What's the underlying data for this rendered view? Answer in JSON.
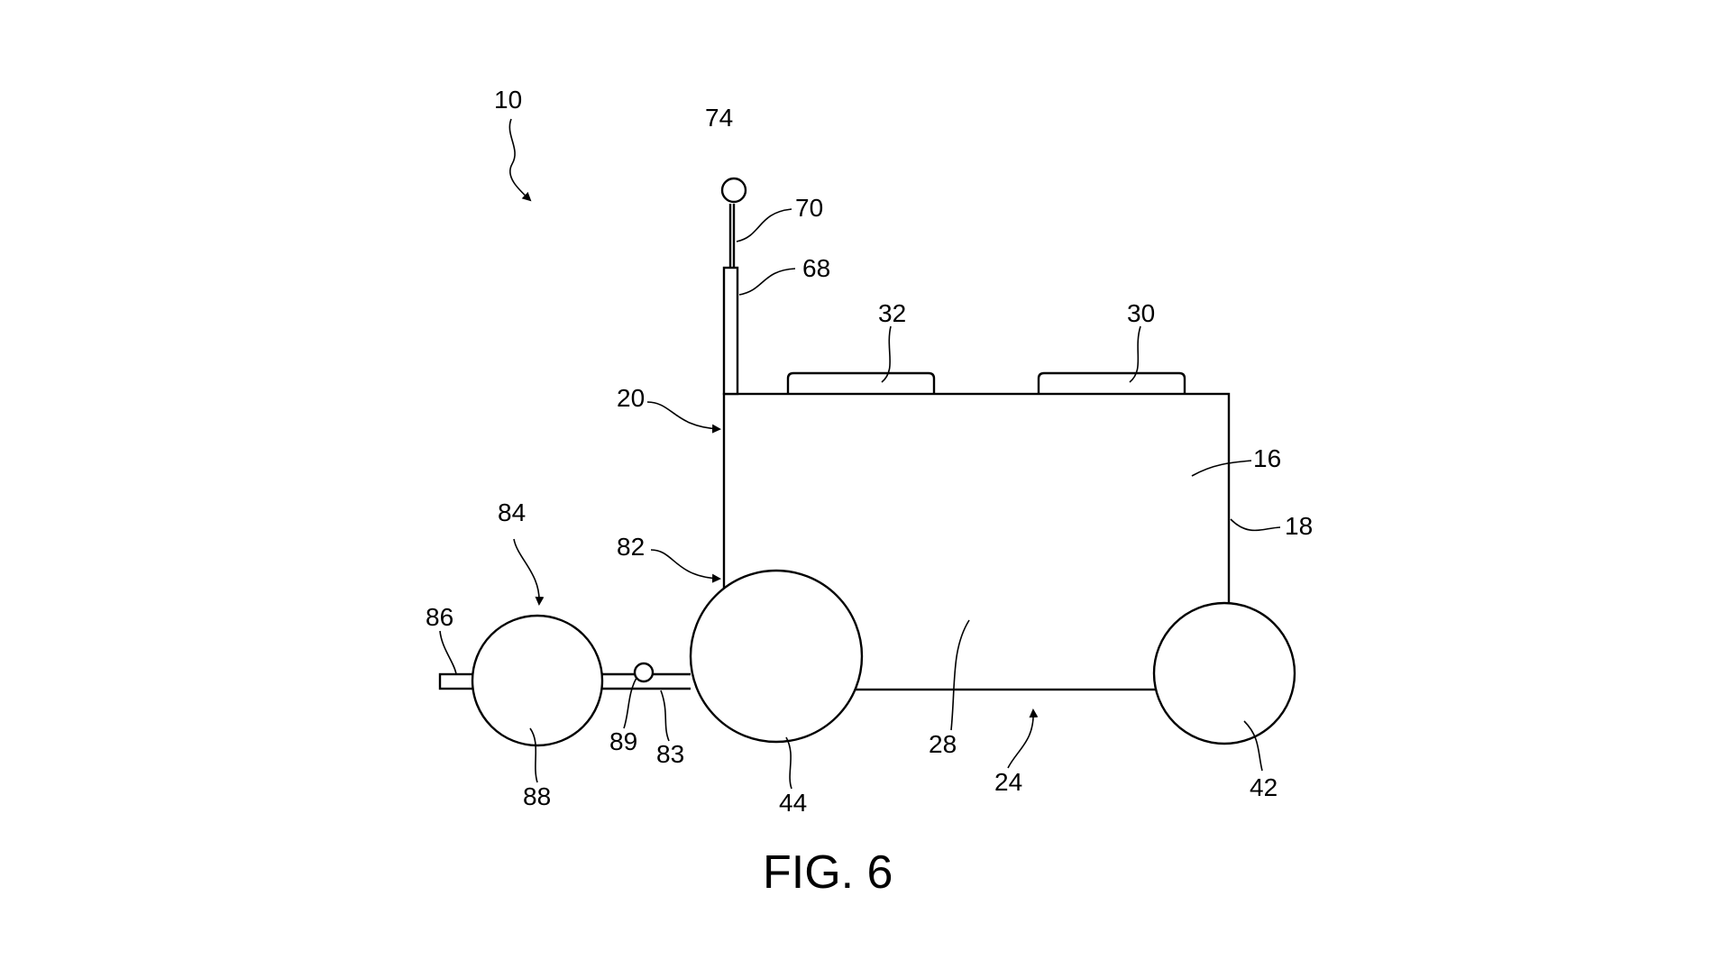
{
  "figure": {
    "caption": "FIG. 6",
    "reference_numerals": {
      "n10": "10",
      "n74": "74",
      "n70": "70",
      "n68": "68",
      "n32": "32",
      "n30": "30",
      "n20": "20",
      "n16": "16",
      "n18": "18",
      "n84": "84",
      "n82": "82",
      "n86": "86",
      "n89": "89",
      "n83": "83",
      "n88": "88",
      "n44": "44",
      "n28": "28",
      "n24": "24",
      "n42": "42"
    }
  }
}
